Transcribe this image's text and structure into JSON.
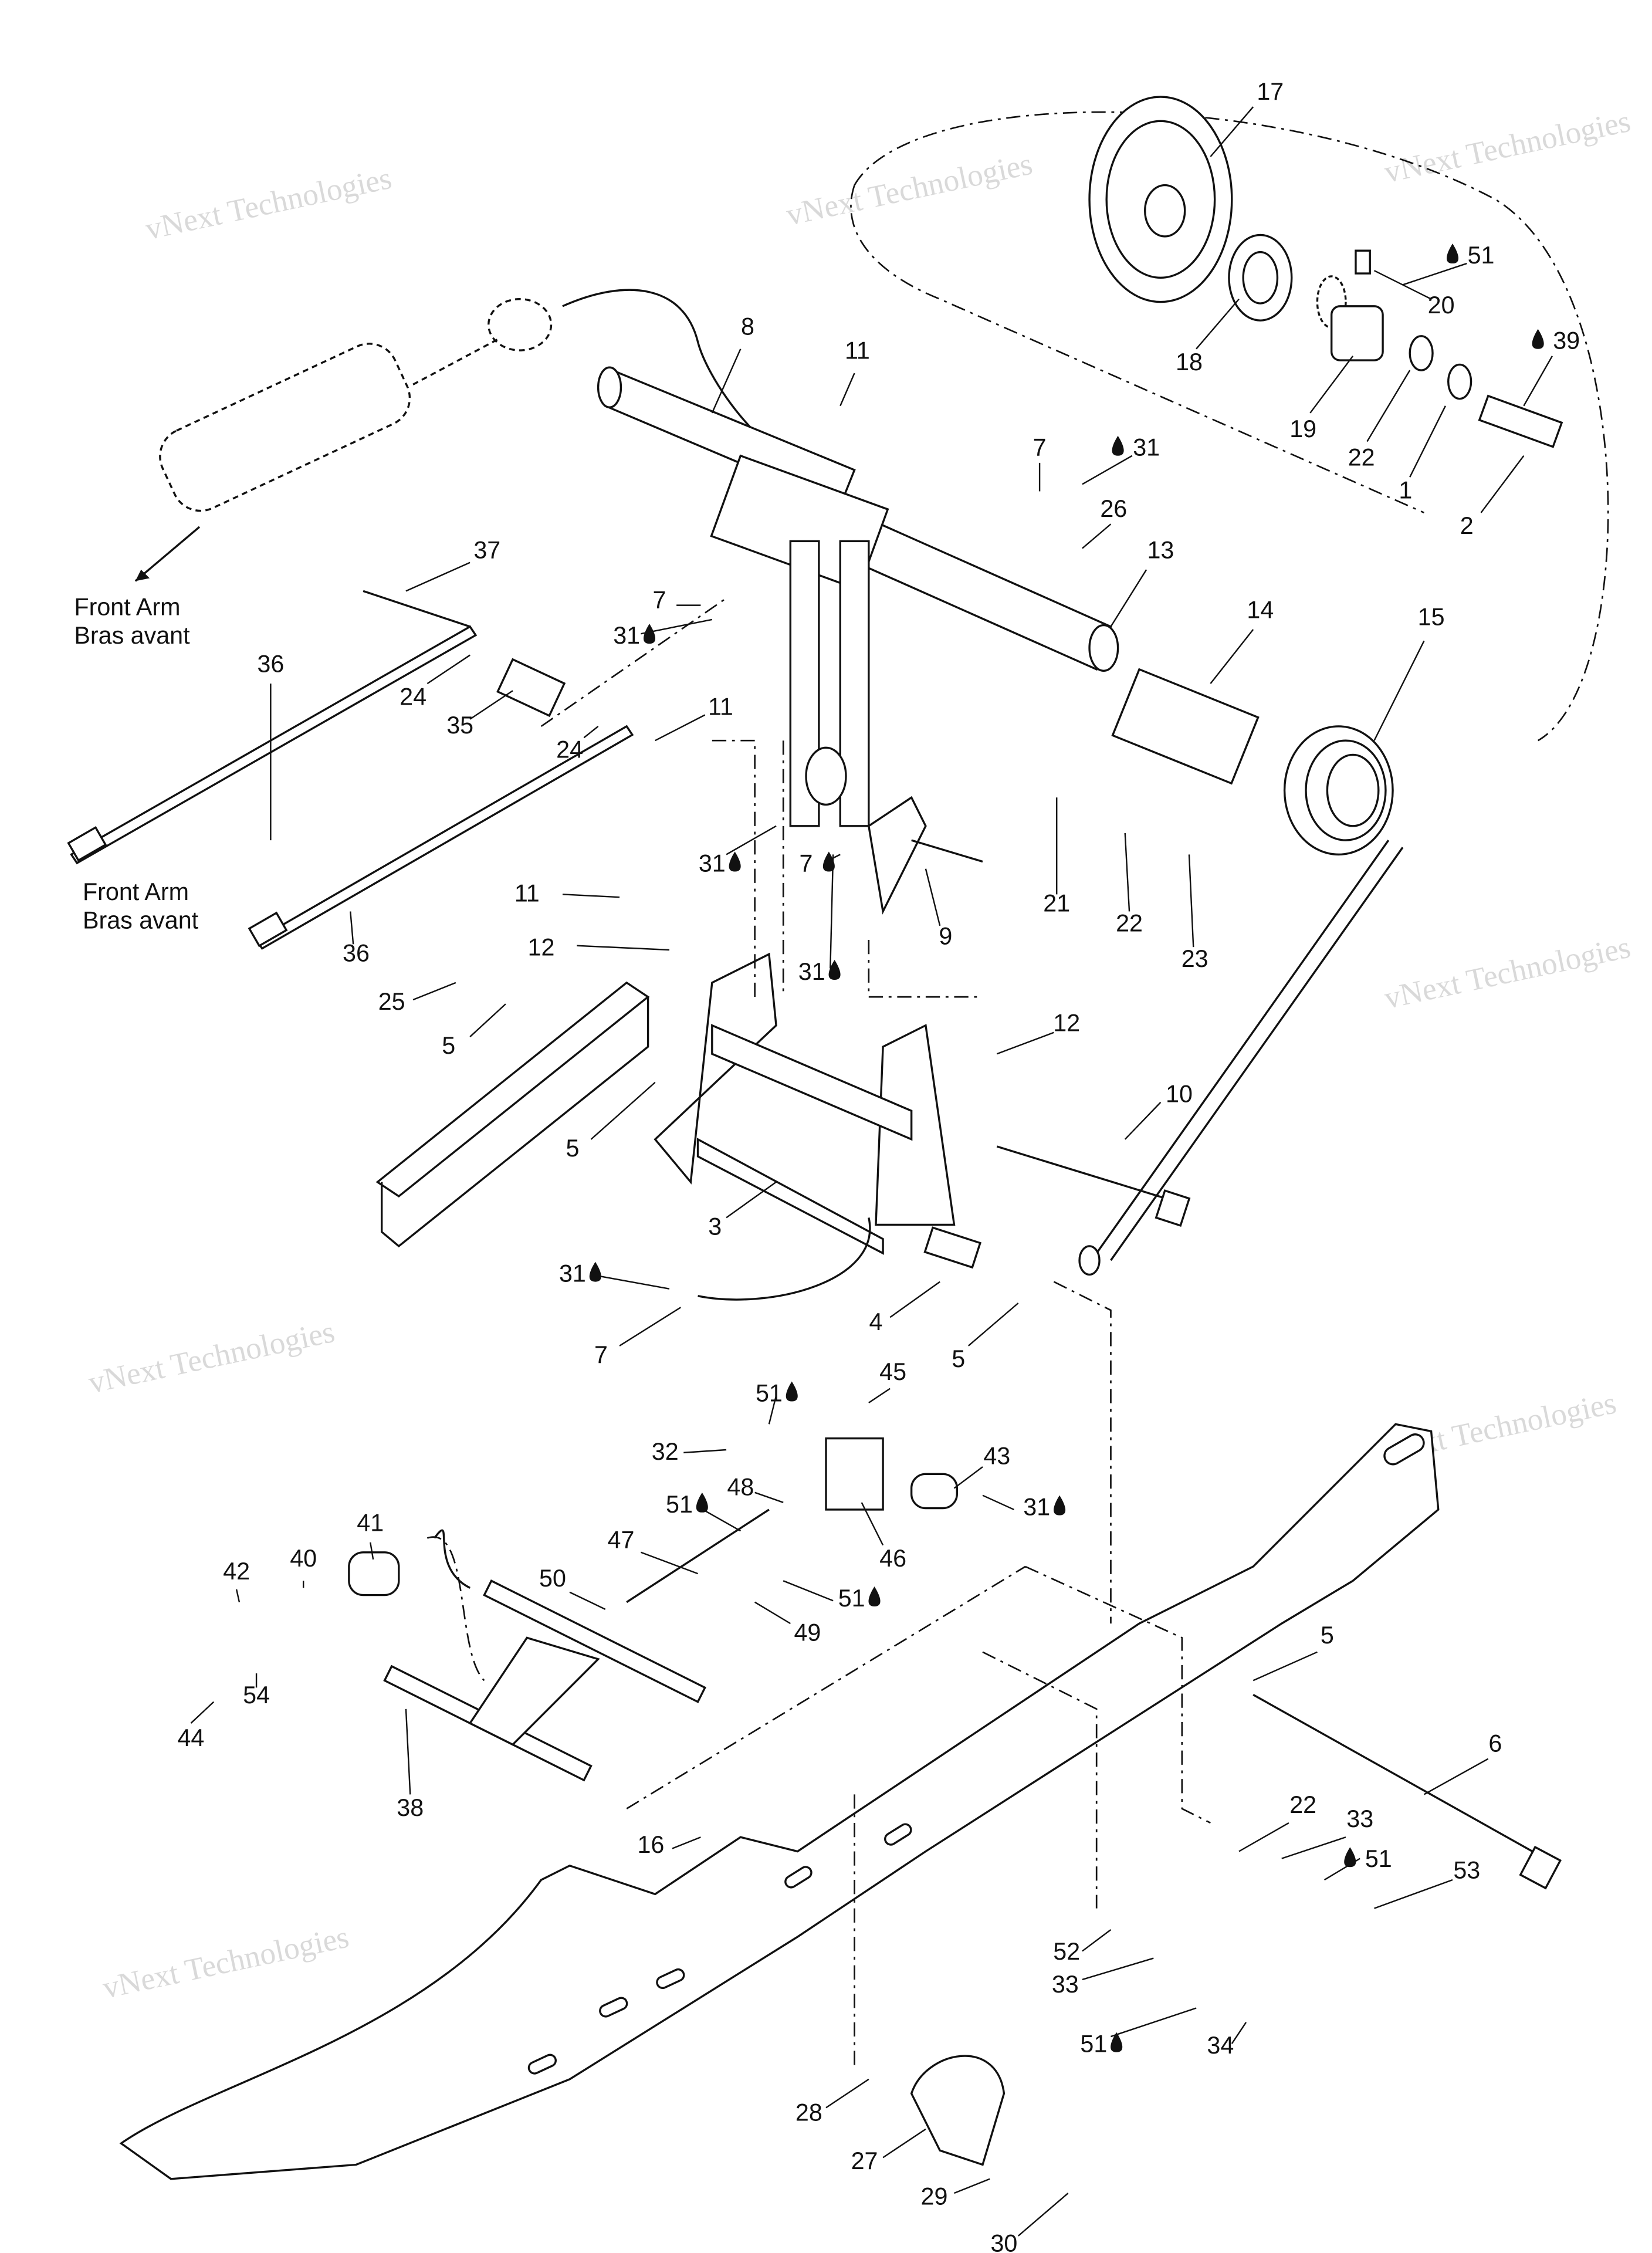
{
  "diagram": {
    "title": "Rear suspension exploded parts diagram",
    "watermark": "vNext Technologies",
    "notes": [
      {
        "line1": "Front Arm",
        "line2": "Bras avant"
      },
      {
        "line1": "Front Arm",
        "line2": "Bras avant"
      }
    ],
    "callouts": [
      {
        "label": "17"
      },
      {
        "label": "51",
        "lube": true
      },
      {
        "label": "20"
      },
      {
        "label": "39",
        "lube": true
      },
      {
        "label": "18"
      },
      {
        "label": "19"
      },
      {
        "label": "22"
      },
      {
        "label": "1"
      },
      {
        "label": "2"
      },
      {
        "label": "8"
      },
      {
        "label": "11"
      },
      {
        "label": "7"
      },
      {
        "label": "31",
        "lube": true
      },
      {
        "label": "26"
      },
      {
        "label": "37"
      },
      {
        "label": "13"
      },
      {
        "label": "14"
      },
      {
        "label": "15"
      },
      {
        "label": "7"
      },
      {
        "label": "31",
        "lube": true
      },
      {
        "label": "36"
      },
      {
        "label": "24"
      },
      {
        "label": "35"
      },
      {
        "label": "24"
      },
      {
        "label": "11"
      },
      {
        "label": "31",
        "lube": true
      },
      {
        "label": "7",
        "lube": true
      },
      {
        "label": "9"
      },
      {
        "label": "21"
      },
      {
        "label": "22"
      },
      {
        "label": "23"
      },
      {
        "label": "11"
      },
      {
        "label": "12"
      },
      {
        "label": "31",
        "lube": true
      },
      {
        "label": "36"
      },
      {
        "label": "25"
      },
      {
        "label": "5"
      },
      {
        "label": "12"
      },
      {
        "label": "10"
      },
      {
        "label": "5"
      },
      {
        "label": "3"
      },
      {
        "label": "31",
        "lube": true
      },
      {
        "label": "7"
      },
      {
        "label": "4"
      },
      {
        "label": "5"
      },
      {
        "label": "45"
      },
      {
        "label": "51",
        "lube": true
      },
      {
        "label": "32"
      },
      {
        "label": "43"
      },
      {
        "label": "48"
      },
      {
        "label": "51",
        "lube": true
      },
      {
        "label": "31",
        "lube": true
      },
      {
        "label": "46"
      },
      {
        "label": "41"
      },
      {
        "label": "47"
      },
      {
        "label": "40"
      },
      {
        "label": "42"
      },
      {
        "label": "50"
      },
      {
        "label": "51",
        "lube": true
      },
      {
        "label": "49"
      },
      {
        "label": "5"
      },
      {
        "label": "44"
      },
      {
        "label": "54"
      },
      {
        "label": "6"
      },
      {
        "label": "38"
      },
      {
        "label": "22"
      },
      {
        "label": "33"
      },
      {
        "label": "51",
        "lube": true
      },
      {
        "label": "16"
      },
      {
        "label": "53"
      },
      {
        "label": "52"
      },
      {
        "label": "33"
      },
      {
        "label": "51",
        "lube": true
      },
      {
        "label": "34"
      },
      {
        "label": "28"
      },
      {
        "label": "27"
      },
      {
        "label": "29"
      },
      {
        "label": "30"
      }
    ]
  }
}
